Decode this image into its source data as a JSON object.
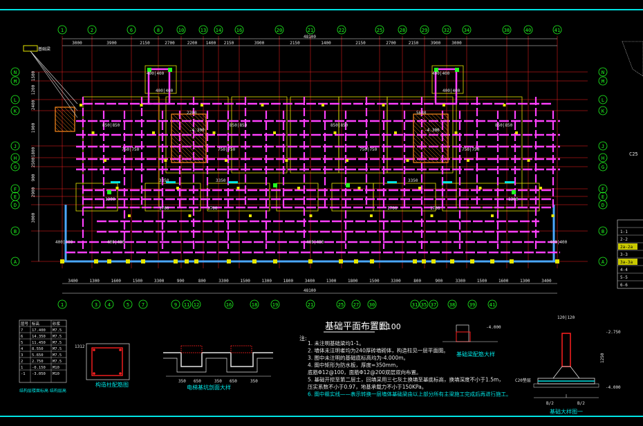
{
  "colors": {
    "background": "#000000",
    "frame": "#00e5e5",
    "grid_red": "#ff2020",
    "dim_white": "#e6e6e6",
    "wall_magenta": "#ff40ff",
    "foundation_yellow": "#e6e600",
    "note_cyan": "#00e5e5",
    "green_bubble": "#20ff20",
    "title_white": "#ffffff",
    "beam_blue": "#4aa8ff"
  },
  "top_axes": [
    "1",
    "2",
    "6",
    "8",
    "10",
    "13",
    "14",
    "16",
    "20",
    "21",
    "22",
    "25",
    "28",
    "29",
    "32",
    "34",
    "38",
    "40",
    "41"
  ],
  "top_dims": [
    "3000",
    "3900",
    "2150",
    "2700",
    "2200",
    "1400",
    "2150",
    "3900",
    "2150",
    "1400",
    "2150",
    "2700",
    "2150",
    "3900",
    "3000"
  ],
  "overall_top": "48100",
  "bottom_axes": [
    "1",
    "3",
    "4",
    "5",
    "7",
    "9",
    "11",
    "12",
    "16",
    "18",
    "19",
    "21",
    "25",
    "27",
    "30",
    "31",
    "35",
    "37",
    "38",
    "39",
    "41"
  ],
  "bottom_dims": [
    "3400",
    "1300",
    "1600",
    "1500",
    "3300",
    "900",
    "800",
    "3300",
    "1500",
    "1300",
    "1800",
    "3400",
    "1300",
    "1800",
    "1500",
    "3300",
    "800",
    "900",
    "3300",
    "1500",
    "1600",
    "1300",
    "3400"
  ],
  "overall_bottom": "48100",
  "left_axes": [
    "N",
    "M",
    "L",
    "K",
    "J",
    "H",
    "G",
    "F",
    "E",
    "D",
    "B",
    "A"
  ],
  "right_axes": [
    "N",
    "M",
    "L",
    "K",
    "J",
    "H",
    "G",
    "F",
    "E",
    "D",
    "B",
    "A"
  ],
  "left_dims": [
    "1500",
    "1200",
    "2400",
    "1900",
    "1800",
    "2500",
    "900",
    "2900",
    "3000"
  ],
  "plan_labels": {
    "pad_a": "400|400",
    "pad_b": "850|850",
    "pad_c": "750|750",
    "dim_1700": "1700",
    "dim_3350": "3350",
    "dim_2200": "2200",
    "dim_1300": "1300",
    "elev_pit": "-4.300",
    "dim_5630": "5630"
  },
  "title": {
    "main": "基础平面布置图",
    "scale": "1:100"
  },
  "notes": {
    "header": "注:",
    "lines": [
      "1. 未注明基础梁均1-1。",
      "2. 墙体未注明者均为240厚砖墙砌体，构造柱见一层平面图。",
      "3. 图中未注明的基础底标高均为-4.000m。",
      "4. 图中矩形为防水板，厚度=350mm，",
      "   底筋Φ12@100，面筋Φ12@200双层双向布置。",
      "5. 基础开挖至第二层土，回填采用三七灰土换填至基底标高，换填深度不小于1.5m，",
      "   压实系数不小于0.97，地基承载力不小于150KPa。",
      "6. 图中粗实线——表示转换一层墙体基础梁由以上部分所有主梁施工完成后再进行施工。"
    ]
  },
  "mix_table": {
    "header": [
      "层号",
      "标高",
      "砂浆"
    ],
    "rows": [
      [
        "7",
        "17.400",
        "M7.5"
      ],
      [
        "6",
        "14.350",
        "M7.5"
      ],
      [
        "5",
        "11.450",
        "M7.5"
      ],
      [
        "4",
        "8.550",
        "M7.5"
      ],
      [
        "3",
        "5.650",
        "M7.5"
      ],
      [
        "2",
        "2.750",
        "M7.5"
      ],
      [
        "1",
        "-0.150",
        "M10"
      ],
      [
        "-1",
        "-3.050",
        "M10"
      ]
    ],
    "caption": "结构层楼面标高 结构层高"
  },
  "sec_table": {
    "rows": [
      "1-1",
      "2-2",
      "2a-2a",
      "3-3",
      "3a-3a",
      "4-4",
      "5-5",
      "6-6"
    ]
  },
  "detail_labels": {
    "d1_title": "构造柱配筋图",
    "d1_dim": "1312",
    "d2_title": "电梯基坑剖面大样",
    "d2_dims": [
      "350",
      "650",
      "350",
      "650",
      "350"
    ],
    "d3_title": "基础梁配筋大样",
    "d3_elev": "-4.000",
    "d4_title": "基础大样图一",
    "d4_top": "120|120",
    "d4_elev": "-2.750",
    "d4_elev2": "-4.000",
    "d4_dims": [
      "B/2",
      "B/2"
    ],
    "d4_side": "1250",
    "d4_ref": "C20垫层"
  },
  "corner_label": "C25",
  "callout_text": "基础梁"
}
